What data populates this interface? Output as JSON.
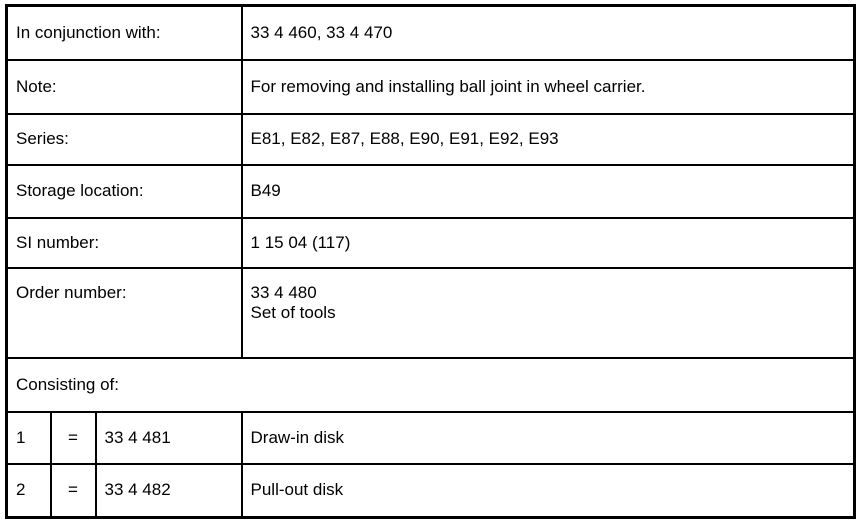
{
  "rows": [
    {
      "label": "In conjunction with:",
      "value": "33 4 460, 33 4 470"
    },
    {
      "label": "Note:",
      "value": "For removing and installing ball joint in wheel carrier."
    },
    {
      "label": "Series:",
      "value": "E81, E82, E87, E88, E90, E91, E92, E93"
    },
    {
      "label": "Storage location:",
      "value": "B49"
    },
    {
      "label": "SI number:",
      "value": "1 15 04 (117)"
    },
    {
      "label": "Order number:",
      "value": "33 4 480",
      "value2": "Set of tools"
    }
  ],
  "consisting_label": "Consisting of:",
  "parts": [
    {
      "index": "1",
      "eq": "=",
      "number": "33 4 481",
      "name": "Draw-in disk"
    },
    {
      "index": "2",
      "eq": "=",
      "number": "33 4 482",
      "name": "Pull-out disk"
    }
  ]
}
